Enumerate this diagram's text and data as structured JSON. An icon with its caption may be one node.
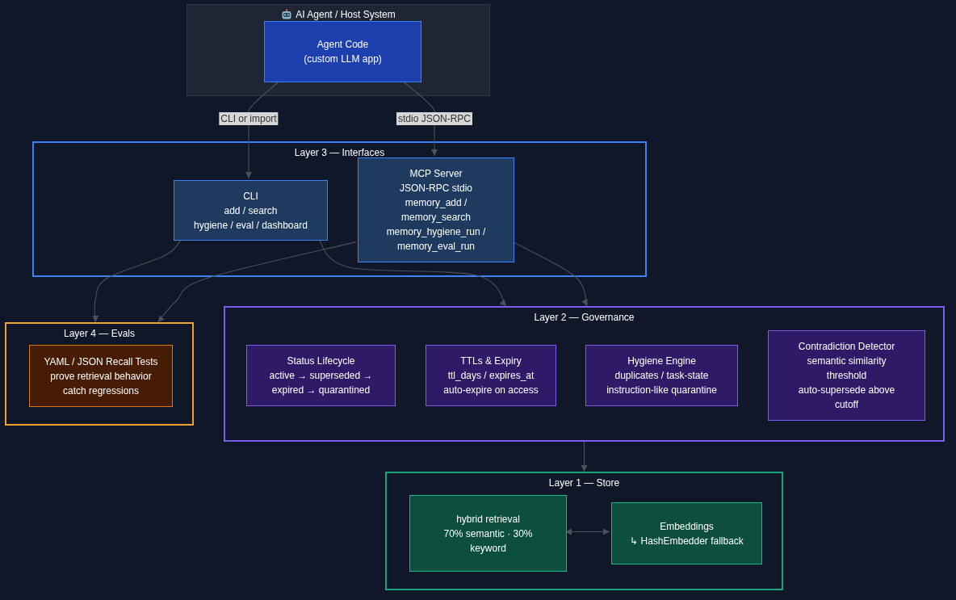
{
  "diagram": {
    "nodes": [
      {
        "text": [
          "AI Agent / Host System"
        ]
      },
      {
        "text": [
          "Agent Code",
          "(custom LLM app)"
        ],
        "in": 0
      },
      {
        "text": [
          "Layer 3 — Interfaces"
        ]
      },
      {
        "text": [
          "CLI",
          "add / search",
          "hygiene / eval / dashboard"
        ],
        "in": 2
      },
      {
        "text": [
          "MCP Server",
          "JSON-RPC stdio",
          "memory_add / memory_search",
          "memory_hygiene_run / memory_eval_run"
        ],
        "in": 2
      },
      {
        "text": [
          "Layer 4 — Evals"
        ]
      },
      {
        "text": [
          "YAML / JSON Recall Tests",
          "prove retrieval behavior",
          "catch regressions"
        ],
        "in": 5
      },
      {
        "text": [
          "Layer 2 — Governance"
        ]
      },
      {
        "text": [
          "Status Lifecycle",
          "active → superseded → expired → quarantined"
        ],
        "in": 7
      },
      {
        "text": [
          "TTLs & Expiry",
          "ttl_days / expires_at",
          "auto-expire on access"
        ],
        "in": 7
      },
      {
        "text": [
          "Hygiene Engine",
          "duplicates / task-state",
          "instruction-like quarantine"
        ],
        "in": 7
      },
      {
        "text": [
          "Contradiction Detector",
          "semantic similarity threshold",
          "auto-supersede above cutoff"
        ],
        "in": 7
      },
      {
        "text": [
          "Layer 1 — Store"
        ]
      },
      {
        "text": [
          "hybrid retrieval",
          "70% semantic · 30% keyword"
        ],
        "in": 12
      },
      {
        "text": [
          "Embeddings",
          "↳ HashEmbedder fallback"
        ],
        "in": 12
      }
    ],
    "edges": [
      {
        "from": 1,
        "to": 3,
        "arrow": "to",
        "label": "CLI or import"
      },
      {
        "from": 1,
        "to": 4,
        "arrow": "to",
        "label": "stdio JSON-RPC"
      },
      {
        "from": 3,
        "to": 5,
        "arrow": "to"
      },
      {
        "from": 3,
        "to": 7,
        "arrow": "to"
      },
      {
        "from": 4,
        "to": 5,
        "arrow": "to"
      },
      {
        "from": 4,
        "to": 7,
        "arrow": "to"
      },
      {
        "from": 7,
        "to": 12,
        "arrow": "to"
      },
      {
        "from": 13,
        "to": 14,
        "arrow": "both"
      }
    ]
  }
}
